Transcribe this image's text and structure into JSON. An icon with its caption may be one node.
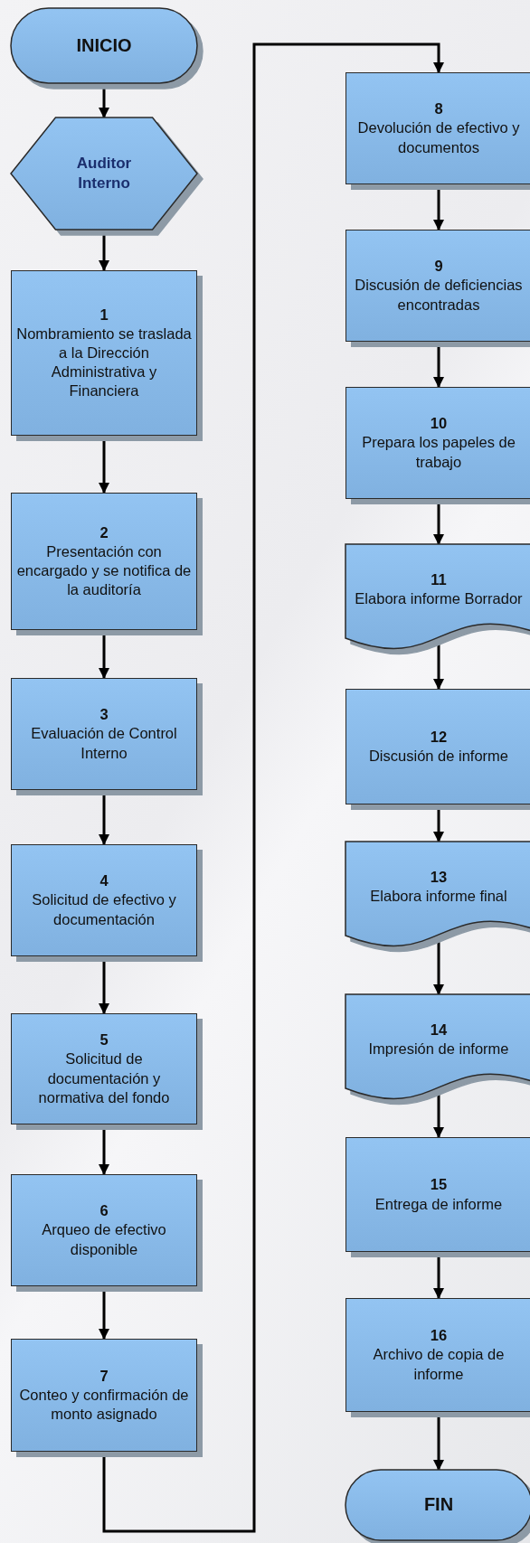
{
  "diagram": {
    "nodes": [
      {
        "text": [
          "INICIO"
        ]
      },
      {
        "text": [
          "Auditor Interno"
        ]
      },
      {
        "text": [
          "1",
          "Nombramiento se traslada a la Dirección Administrativa y Financiera"
        ]
      },
      {
        "text": [
          "2",
          "Presentación con encargado y se notifica de la auditoría"
        ]
      },
      {
        "text": [
          "3",
          "Evaluación de Control Interno"
        ]
      },
      {
        "text": [
          "4",
          "Solicitud de efectivo y documentación"
        ]
      },
      {
        "text": [
          "5",
          "Solicitud de documentación y normativa del fondo"
        ]
      },
      {
        "text": [
          "6",
          "Arqueo de efectivo disponible"
        ]
      },
      {
        "text": [
          "7",
          "Conteo y confirmación de monto asignado"
        ]
      },
      {
        "text": [
          "8",
          "Devolución de efectivo y documentos"
        ]
      },
      {
        "text": [
          "9",
          "Discusión de deficiencias encontradas"
        ]
      },
      {
        "text": [
          "10",
          "Prepara los papeles de trabajo"
        ]
      },
      {
        "text": [
          "11",
          "Elabora informe Borrador"
        ]
      },
      {
        "text": [
          "12",
          "Discusión de informe"
        ]
      },
      {
        "text": [
          "13",
          "Elabora informe final"
        ]
      },
      {
        "text": [
          "14",
          "Impresión de informe"
        ]
      },
      {
        "text": [
          "15",
          "Entrega de informe"
        ]
      },
      {
        "text": [
          "16",
          "Archivo de copia de informe"
        ]
      },
      {
        "text": [
          "FIN"
        ]
      }
    ],
    "edges": [
      {
        "from": 0,
        "to": 1,
        "arrow": "to"
      },
      {
        "from": 1,
        "to": 2,
        "arrow": "to"
      },
      {
        "from": 2,
        "to": 3,
        "arrow": "to"
      },
      {
        "from": 3,
        "to": 4,
        "arrow": "to"
      },
      {
        "from": 4,
        "to": 5,
        "arrow": "to"
      },
      {
        "from": 5,
        "to": 6,
        "arrow": "to"
      },
      {
        "from": 6,
        "to": 7,
        "arrow": "to"
      },
      {
        "from": 7,
        "to": 8,
        "arrow": "to"
      },
      {
        "from": 8,
        "to": 9,
        "arrow": "to"
      },
      {
        "from": 9,
        "to": 10,
        "arrow": "to"
      },
      {
        "from": 10,
        "to": 11,
        "arrow": "to"
      },
      {
        "from": 11,
        "to": 12,
        "arrow": "to"
      },
      {
        "from": 12,
        "to": 13,
        "arrow": "to"
      },
      {
        "from": 13,
        "to": 14,
        "arrow": "to"
      },
      {
        "from": 14,
        "to": 15,
        "arrow": "to"
      },
      {
        "from": 15,
        "to": 16,
        "arrow": "to"
      },
      {
        "from": 16,
        "to": 17,
        "arrow": "to"
      },
      {
        "from": 17,
        "to": 18,
        "arrow": "to"
      }
    ]
  }
}
